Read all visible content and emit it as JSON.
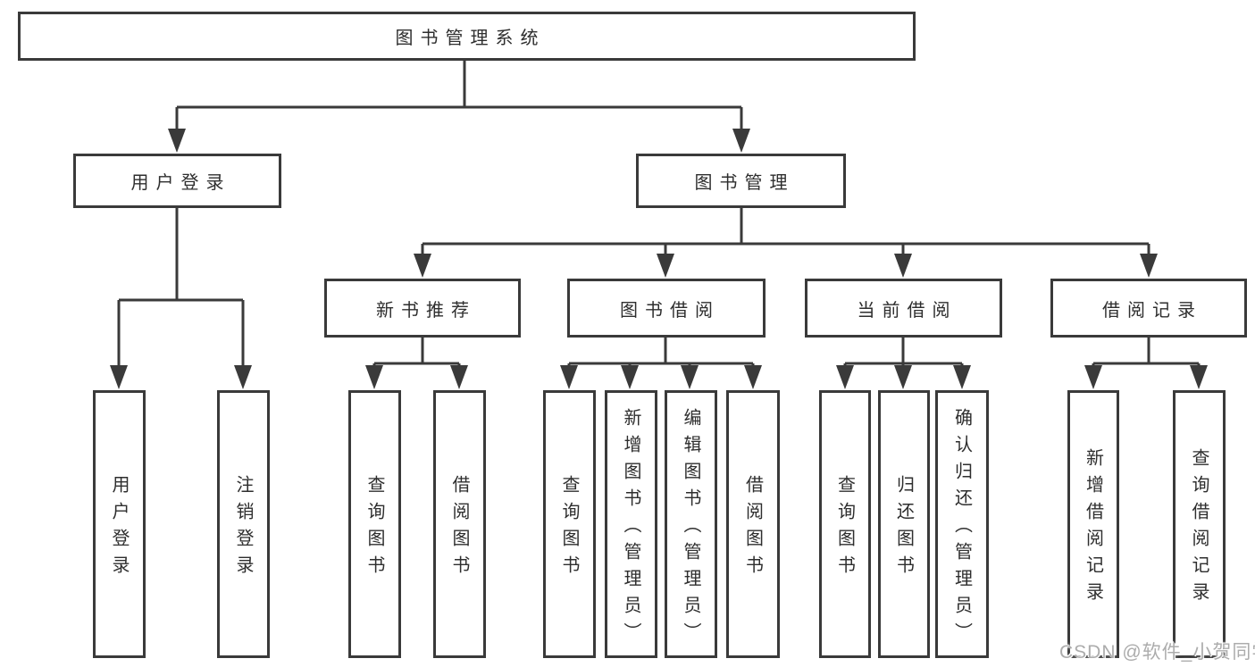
{
  "diagram": {
    "title_node": "图书管理系统",
    "nodes": {
      "root": {
        "label": "图书管理系统"
      },
      "user_login": {
        "label": "用户登录",
        "children": [
          "用户登录",
          "注销登录"
        ]
      },
      "book_management": {
        "label": "图书管理"
      },
      "new_book_recommend": {
        "label": "新书推荐",
        "children": [
          "查询图书",
          "借阅图书"
        ]
      },
      "book_borrow": {
        "label": "图书借阅",
        "children": [
          "查询图书",
          "新增图书（管理员）",
          "编辑图书（管理员）",
          "借阅图书"
        ]
      },
      "current_borrow": {
        "label": "当前借阅",
        "children": [
          "查询图书",
          "归还图书",
          "确认归还（管理员）"
        ]
      },
      "borrow_records": {
        "label": "借阅记录",
        "children": [
          "新增借阅记录",
          "查询借阅记录"
        ]
      }
    },
    "colors": {
      "line": "#3a3a3a",
      "text": "#2e2e2e",
      "box_background": "#ffffff",
      "watermark": "#acacac"
    }
  },
  "watermark": {
    "text": "CSDN @软件_小贺同学"
  }
}
